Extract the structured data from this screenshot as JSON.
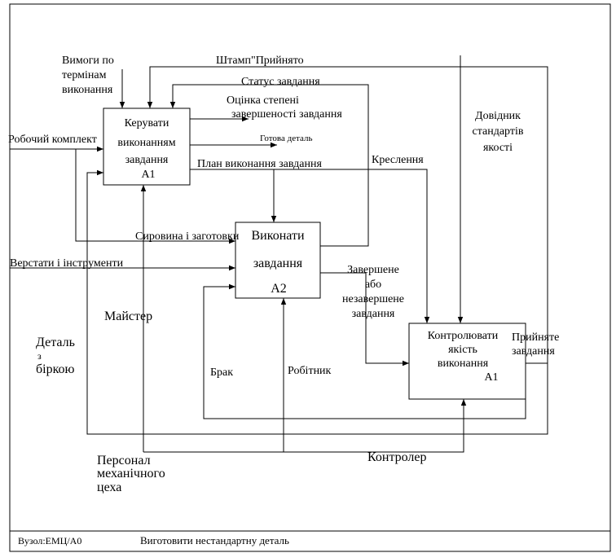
{
  "boxes": {
    "a1": {
      "lines": [
        "Керувати",
        "виконанням",
        "завдання"
      ],
      "id": "A1"
    },
    "a2": {
      "lines": [
        "Виконати",
        "завдання"
      ],
      "id": "A2"
    },
    "a3": {
      "lines": [
        "Контролювати",
        "якість",
        "виконання"
      ],
      "id": "A1"
    }
  },
  "arrows": {
    "deadline_req": [
      "Вимоги по",
      "термінам",
      "виконання"
    ],
    "stamp": "Штамп\"Прийнято",
    "status": "Статус завдання",
    "completion": [
      "Оцінка степені",
      "завершеності завдання"
    ],
    "finished_part": "Готова деталь",
    "work_kit": "Робочий комплект",
    "plan": "План виконання завдання",
    "drawings": "Креслення",
    "quality_ref": [
      "Довідник",
      "стандартів",
      "якості"
    ],
    "raw_materials": "Сировина і заготовки",
    "tools": "Верстати і інструменти",
    "done_or_not": [
      "Завершене",
      "або",
      "незавершене",
      "завдання"
    ],
    "accepted": [
      "Прийняте",
      "завдання"
    ],
    "defect": "Брак",
    "worker": "Робітник",
    "master": "Майстер",
    "tagged_part": [
      "Деталь",
      "з",
      "біркою"
    ],
    "controller": "Контролер",
    "staff": [
      "Персонал",
      "механічного",
      "цеха"
    ]
  },
  "footer": {
    "node": "Вузол:ЕМЦ/А0",
    "title": "Виготовити нестандартну деталь"
  }
}
